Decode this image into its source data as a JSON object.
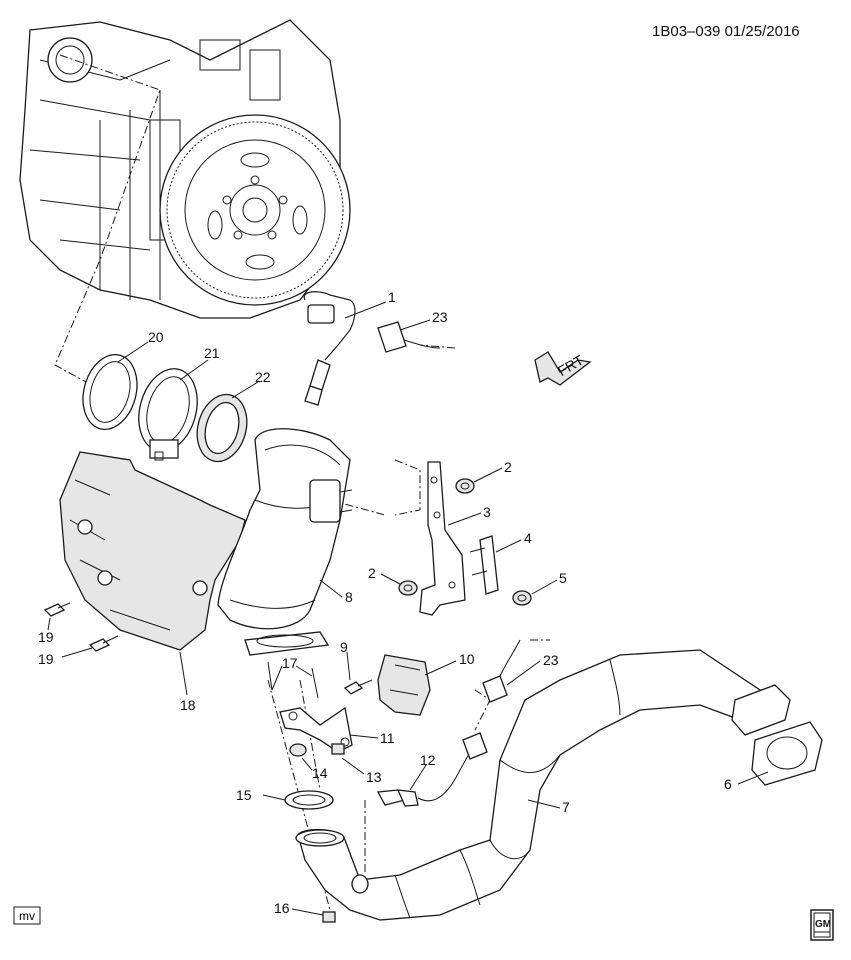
{
  "header": {
    "ref_code": "1B03–039  01/25/2016"
  },
  "badges": {
    "mv": "mv",
    "logo": "GM"
  },
  "direction": {
    "label": "FRT"
  },
  "callouts": [
    {
      "n": "1"
    },
    {
      "n": "23"
    },
    {
      "n": "20"
    },
    {
      "n": "21"
    },
    {
      "n": "22"
    },
    {
      "n": "2"
    },
    {
      "n": "3"
    },
    {
      "n": "4"
    },
    {
      "n": "2"
    },
    {
      "n": "5"
    },
    {
      "n": "8"
    },
    {
      "n": "19"
    },
    {
      "n": "19"
    },
    {
      "n": "18"
    },
    {
      "n": "9"
    },
    {
      "n": "10"
    },
    {
      "n": "23"
    },
    {
      "n": "17"
    },
    {
      "n": "11"
    },
    {
      "n": "14"
    },
    {
      "n": "13"
    },
    {
      "n": "12"
    },
    {
      "n": "15"
    },
    {
      "n": "7"
    },
    {
      "n": "6"
    },
    {
      "n": "16"
    }
  ]
}
